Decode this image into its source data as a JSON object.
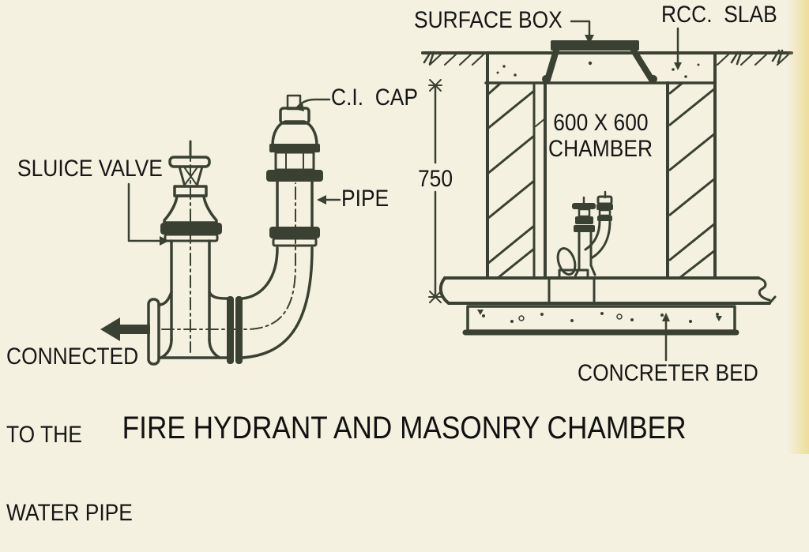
{
  "title": "FIRE HYDRANT AND MASONRY CHAMBER",
  "colors": {
    "background": "#f5f1e0",
    "ink": "#3a4132",
    "label_text": "#161616",
    "right_edge_tint": "#ecd987"
  },
  "figure_left": {
    "sluice_valve_label": "SLUICE VALVE",
    "ci_cap_label": "C.I.  CAP",
    "pipe_label": "PIPE",
    "connected_label_line1": "CONNECTED",
    "connected_label_line2": "TO THE",
    "connected_label_line3": "WATER PIPE"
  },
  "figure_right": {
    "surface_box_label": "SURFACE BOX",
    "rcc_slab_label": "RCC.  SLAB",
    "chamber_size_label": "600 X 600",
    "chamber_label": "CHAMBER",
    "depth_dimension": "750",
    "concrete_bed_label": "CONCRETER BED"
  }
}
